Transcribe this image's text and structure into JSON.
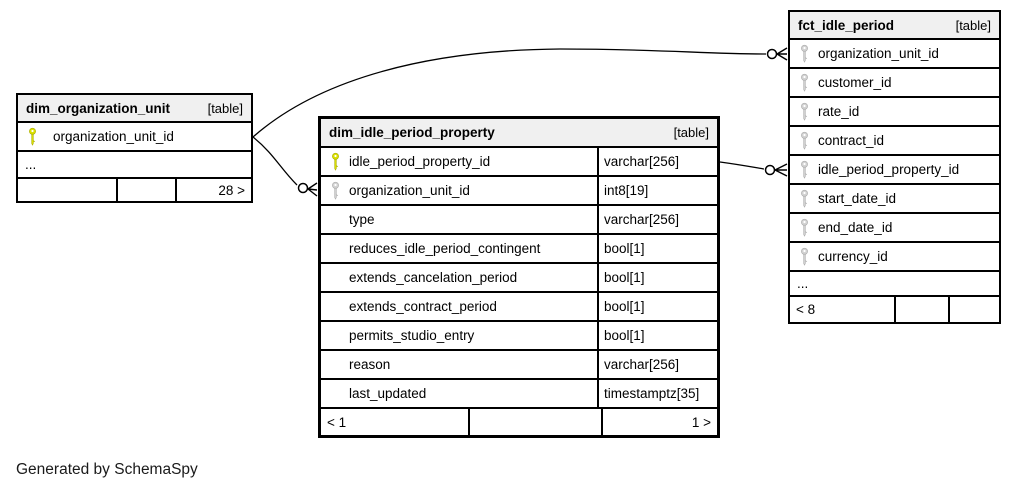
{
  "footer_note": "Generated by SchemaSpy",
  "colors": {
    "line": "#000000",
    "text": "#000000",
    "header_bg": "#f0f0f0",
    "pk": "#dbe000",
    "pk_stroke": "#a9ad00",
    "fk": "#d2d2d2",
    "fk_stroke": "#aaaaaa"
  },
  "tables": [
    {
      "title": "dim_organization_unit",
      "badge": "[table]",
      "columns": [
        {
          "name": "organization_unit_id",
          "key": "primary"
        }
      ],
      "ellipsis": "...",
      "footer": [
        "",
        "",
        "28 >"
      ]
    },
    {
      "title": "dim_idle_period_property",
      "badge": "[table]",
      "columns": [
        {
          "name": "idle_period_property_id",
          "type": "varchar[256]",
          "key": "primary"
        },
        {
          "name": "organization_unit_id",
          "type": "int8[19]",
          "key": "foreign"
        },
        {
          "name": "type",
          "type": "varchar[256]",
          "key": "none"
        },
        {
          "name": "reduces_idle_period_contingent",
          "type": "bool[1]",
          "key": "none"
        },
        {
          "name": "extends_cancelation_period",
          "type": "bool[1]",
          "key": "none"
        },
        {
          "name": "extends_contract_period",
          "type": "bool[1]",
          "key": "none"
        },
        {
          "name": "permits_studio_entry",
          "type": "bool[1]",
          "key": "none"
        },
        {
          "name": "reason",
          "type": "varchar[256]",
          "key": "none"
        },
        {
          "name": "last_updated",
          "type": "timestamptz[35]",
          "key": "none"
        }
      ],
      "footer": [
        "< 1",
        "",
        "1 >"
      ]
    },
    {
      "title": "fct_idle_period",
      "badge": "[table]",
      "columns": [
        {
          "name": "organization_unit_id",
          "key": "foreign"
        },
        {
          "name": "customer_id",
          "key": "foreign"
        },
        {
          "name": "rate_id",
          "key": "foreign"
        },
        {
          "name": "contract_id",
          "key": "foreign"
        },
        {
          "name": "idle_period_property_id",
          "key": "foreign"
        },
        {
          "name": "start_date_id",
          "key": "foreign"
        },
        {
          "name": "end_date_id",
          "key": "foreign"
        },
        {
          "name": "currency_id",
          "key": "foreign"
        }
      ],
      "ellipsis": "...",
      "footer": [
        "< 8",
        "",
        ""
      ]
    }
  ],
  "relationships": [
    {
      "from": "dim_organization_unit.organization_unit_id",
      "to": "fct_idle_period.organization_unit_id",
      "to_cardinality": "zero-or-many"
    },
    {
      "from": "dim_organization_unit.organization_unit_id",
      "to": "dim_idle_period_property.organization_unit_id",
      "to_cardinality": "zero-or-many"
    },
    {
      "from": "dim_idle_period_property.idle_period_property_id",
      "to": "fct_idle_period.idle_period_property_id",
      "to_cardinality": "zero-or-many"
    }
  ]
}
